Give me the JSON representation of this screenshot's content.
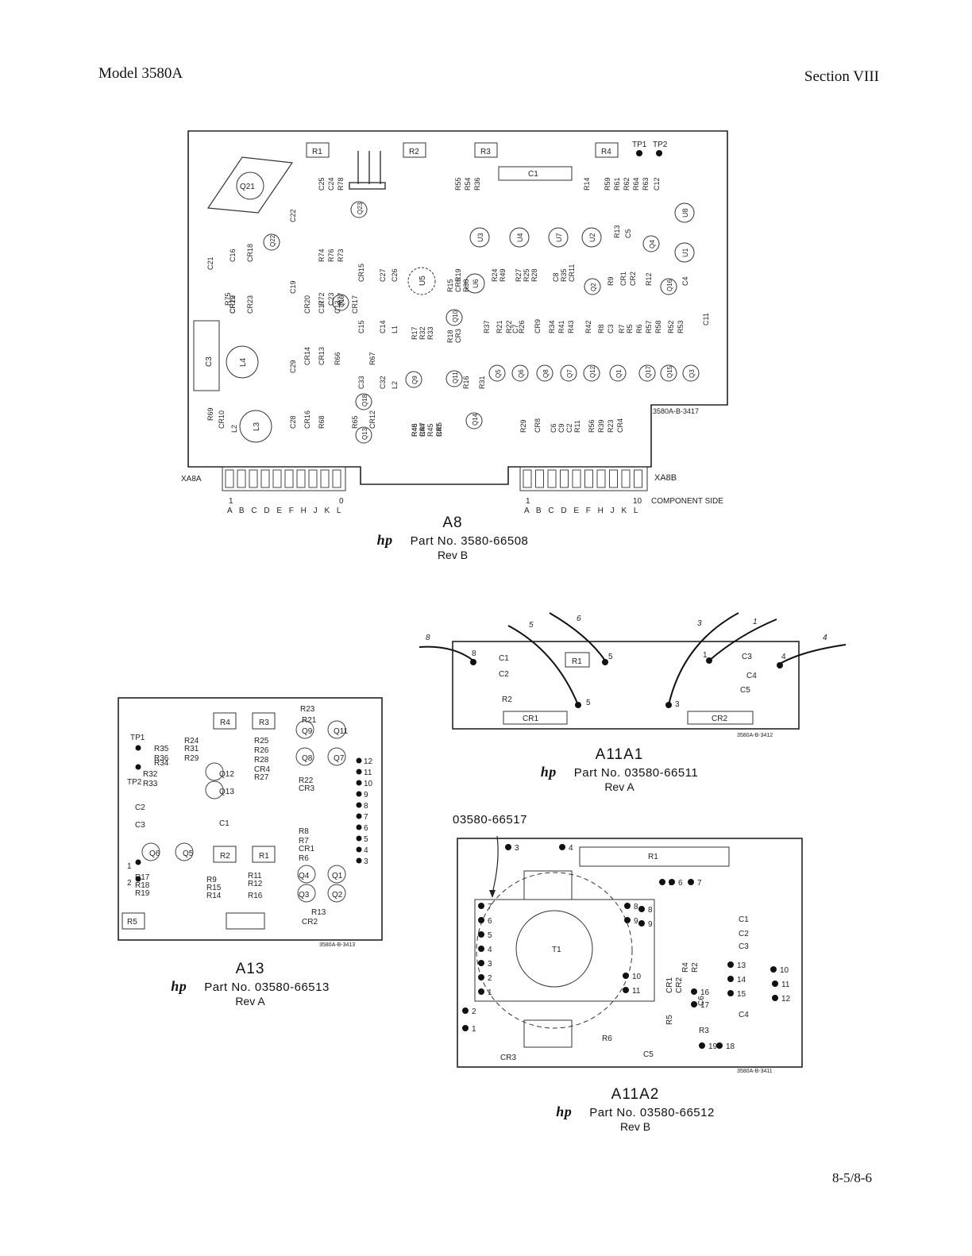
{
  "header": {
    "model": "Model 3580A",
    "section": "Section VIII"
  },
  "footer": {
    "page": "8-5/8-6"
  },
  "a8": {
    "title": "A8",
    "brand": "hp",
    "part": "Part No. 3580-66508",
    "rev": "Rev B",
    "ident": "3580A-B-3417",
    "conn_a": "XA8A",
    "conn_b": "XA8B",
    "side": "COMPONENT SIDE",
    "pin_start": "1",
    "pin_end_a": "0",
    "pin_end_b": "10",
    "pins_a": "A B C D E F H J K L",
    "pins_b": "A B C D E F H J K L",
    "tp1": "TP1",
    "tp2": "TP2",
    "top_resistors": [
      "R1",
      "R2",
      "R3",
      "R4"
    ],
    "big_parts": [
      "Q21",
      "C3",
      "L4",
      "L3",
      "C1",
      "U5"
    ],
    "ics": [
      "U3",
      "U4",
      "U7",
      "U2",
      "U8",
      "U1",
      "U6"
    ],
    "transistors": [
      "Q22",
      "Q23",
      "Q19",
      "Q18",
      "Q13",
      "Q9",
      "Q11",
      "Q14",
      "Q5",
      "Q6",
      "Q8",
      "Q7",
      "Q12",
      "Q1",
      "Q17",
      "Q15",
      "Q3",
      "Q4",
      "Q2",
      "Q16",
      "Q10"
    ],
    "vertical_columns": [
      [
        "C21",
        "R75"
      ],
      [
        "C16",
        "CR18",
        "CR19",
        "CR23",
        "CR22"
      ],
      [
        "C22",
        "C19",
        "C29",
        "C28"
      ],
      [
        "C25",
        "C24",
        "R78",
        "R74",
        "R76",
        "R73",
        "R72",
        "C23",
        "R77"
      ],
      [
        "CR20",
        "C17",
        "C13",
        "CR17",
        "R67",
        "CR14",
        "CR13",
        "R66",
        "R65",
        "CR12",
        "CR16",
        "R68"
      ],
      [
        "CR15",
        "C27",
        "C26",
        "C15",
        "C14",
        "L1",
        "C33",
        "C32",
        "L2"
      ],
      [
        "R17",
        "R32",
        "R33",
        "CR5",
        "R46",
        "R44",
        "R45",
        "R47",
        "R48",
        "CR7"
      ],
      [
        "R18",
        "CR3",
        "R16",
        "R31",
        "R15",
        "CR6",
        "R38"
      ],
      [
        "R55",
        "R54",
        "R36",
        "R37",
        "R21",
        "R22",
        "R24",
        "R49",
        "R19"
      ],
      [
        "R27",
        "R25",
        "R28",
        "R26",
        "CR9",
        "C7",
        "R29",
        "CR8",
        "C6"
      ],
      [
        "C8",
        "R35",
        "CR11",
        "R34",
        "R41",
        "R43",
        "C9",
        "C2",
        "R11"
      ],
      [
        "R14",
        "R59",
        "R61",
        "R62",
        "R64",
        "R63",
        "C12",
        "R13",
        "C5",
        "R9",
        "CR1",
        "CR2",
        "R12",
        "R42",
        "R8",
        "C3",
        "R7",
        "R5",
        "R6",
        "R57",
        "R58",
        "R56",
        "R39",
        "R23",
        "CR4",
        "R52",
        "R53",
        "C4",
        "C11"
      ],
      [
        "R69",
        "CR10",
        "L2"
      ]
    ]
  },
  "a11a1": {
    "title": "A11A1",
    "brand": "hp",
    "part": "Part No. 03580-66511",
    "rev": "Rev A",
    "ident": "3580A-B-3412",
    "wires": [
      "8",
      "5",
      "6",
      "3",
      "1",
      "4"
    ],
    "pads": [
      "8",
      "5",
      "5",
      "3",
      "1",
      "4"
    ],
    "parts": [
      "C1",
      "C2",
      "R1",
      "R2",
      "CR1",
      "CR2",
      "C3",
      "C4",
      "C5"
    ]
  },
  "a13": {
    "title": "A13",
    "brand": "hp",
    "part": "Part No. 03580-66513",
    "rev": "Rev A",
    "ident": "3580A-B-3413",
    "tp": [
      "TP1",
      "TP2"
    ],
    "pins": [
      "12",
      "11",
      "10",
      "9",
      "8",
      "7",
      "6",
      "5",
      "4",
      "3",
      "1",
      "2"
    ],
    "parts": [
      "R4",
      "R3",
      "R23",
      "R21",
      "Q9",
      "Q11",
      "R24",
      "R31",
      "R29",
      "R25",
      "R26",
      "R28",
      "CR4",
      "R27",
      "Q8",
      "Q7",
      "R35",
      "R36",
      "R34",
      "R32",
      "R33",
      "Q12",
      "Q13",
      "R22",
      "CR3",
      "C2",
      "C3",
      "C1",
      "R8",
      "R7",
      "CR1",
      "R6",
      "Q6",
      "Q5",
      "R2",
      "R1",
      "R17",
      "R18",
      "R19",
      "R9",
      "R15",
      "R14",
      "R11",
      "R12",
      "R16",
      "Q4",
      "Q1",
      "Q3",
      "Q2",
      "R13",
      "CR2",
      "R5"
    ]
  },
  "a11a2": {
    "title": "A11A2",
    "brand": "hp",
    "part": "Part No. 03580-66512",
    "rev": "Rev B",
    "ident": "3580A-B-3411",
    "callout": "03580-66517",
    "parts": [
      "R1",
      "T1",
      "R4",
      "R2",
      "R5",
      "CR1",
      "CR2",
      "C6",
      "C1",
      "C2",
      "C3",
      "C4",
      "C5",
      "R3",
      "R6",
      "CR3"
    ],
    "pins": [
      "3",
      "4",
      "5",
      "6",
      "7",
      "8",
      "9",
      "7",
      "6",
      "5",
      "4",
      "3",
      "2",
      "1",
      "8",
      "9",
      "10",
      "11",
      "2",
      "1",
      "16",
      "17",
      "13",
      "14",
      "15",
      "10",
      "11",
      "12",
      "19",
      "18"
    ]
  }
}
